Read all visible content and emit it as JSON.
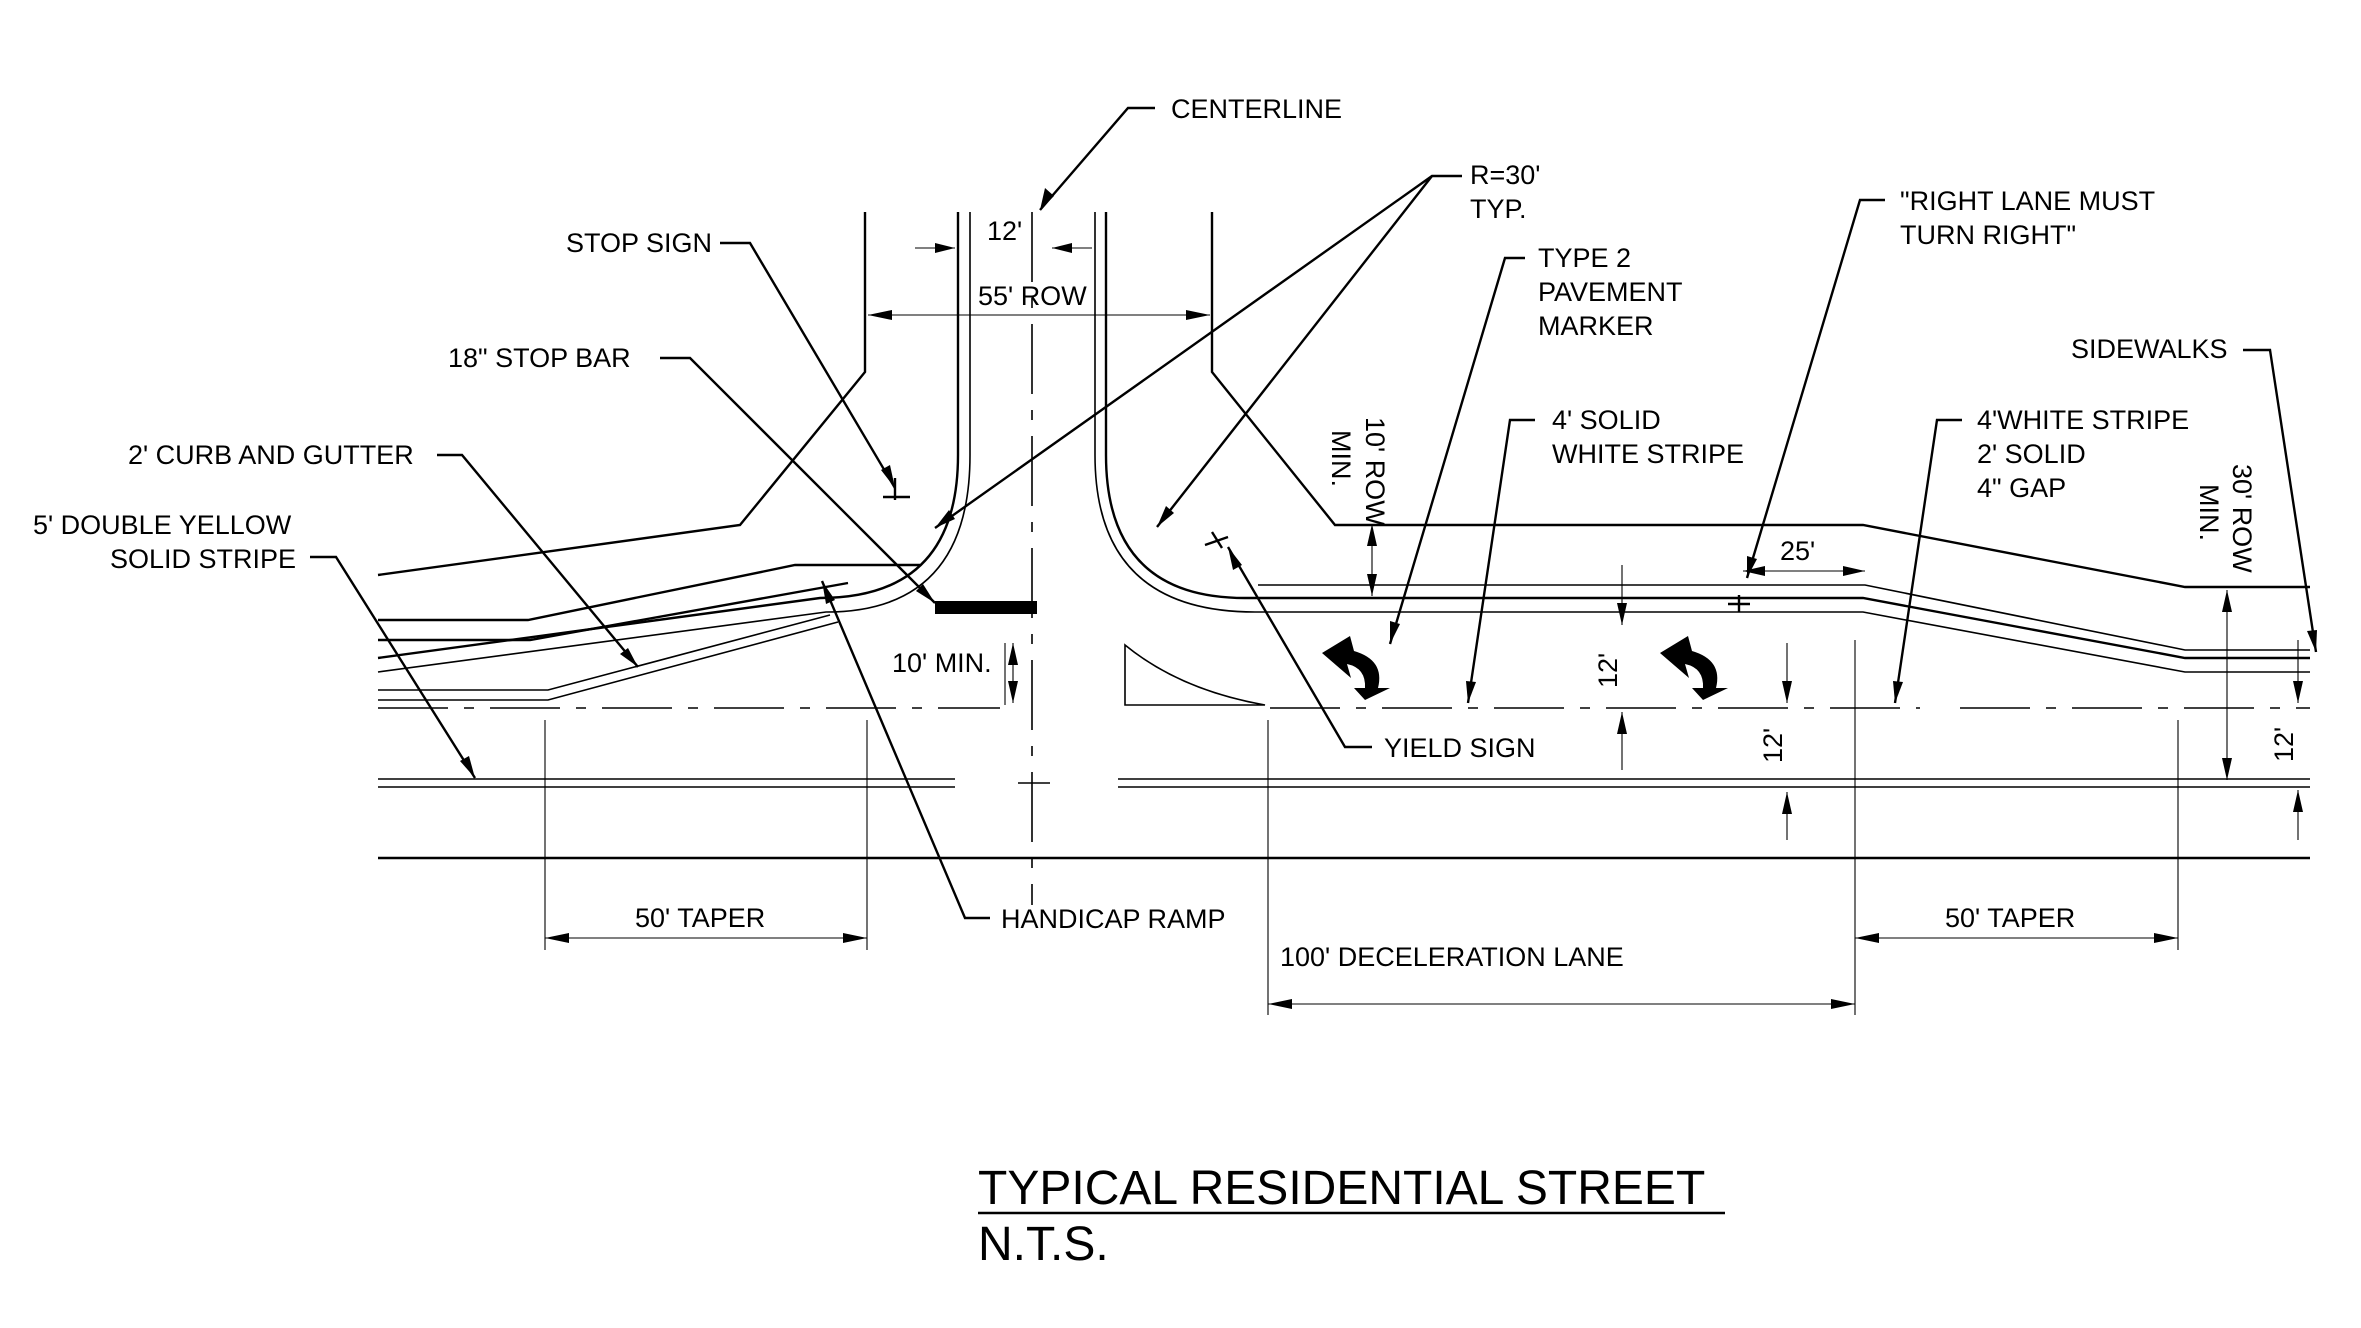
{
  "title": "TYPICAL RESIDENTIAL STREET",
  "scale_note": "N.T.S.",
  "labels": {
    "centerline": "CENTERLINE",
    "r30_line1": "R=30'",
    "r30_line2": "TYP.",
    "stop_sign": "STOP SIGN",
    "type2_line1": "TYPE 2",
    "type2_line2": "PAVEMENT",
    "type2_line3": "MARKER",
    "right_lane_line1": "\"RIGHT LANE MUST",
    "right_lane_line2": "TURN RIGHT\"",
    "stop_bar": "18\" STOP BAR",
    "sidewalks": "SIDEWALKS",
    "curb_gutter": "2' CURB AND GUTTER",
    "solid_white_line1": "4' SOLID",
    "solid_white_line2": "WHITE STRIPE",
    "white_stripe_line1": "4'WHITE STRIPE",
    "white_stripe_line2": "2' SOLID",
    "white_stripe_line3": "4\" GAP",
    "double_yellow_line1": "5' DOUBLE YELLOW",
    "double_yellow_line2": "SOLID STRIPE",
    "yield_sign": "YIELD SIGN",
    "handicap_ramp": "HANDICAP RAMP"
  },
  "dimensions": {
    "lane_width_side": "12'",
    "row_55": "55' ROW",
    "row_10_line1": "10' ROW",
    "row_10_line2": "MIN.",
    "row_30_line1": "30' ROW",
    "row_30_line2": "MIN.",
    "stripe_25": "25'",
    "ten_min": "10' MIN.",
    "lane_12_a": "12'",
    "lane_12_b": "12'",
    "lane_12_c": "12'",
    "taper_left": "50' TAPER",
    "taper_right": "50' TAPER",
    "decel_lane": "100' DECELERATION LANE"
  }
}
